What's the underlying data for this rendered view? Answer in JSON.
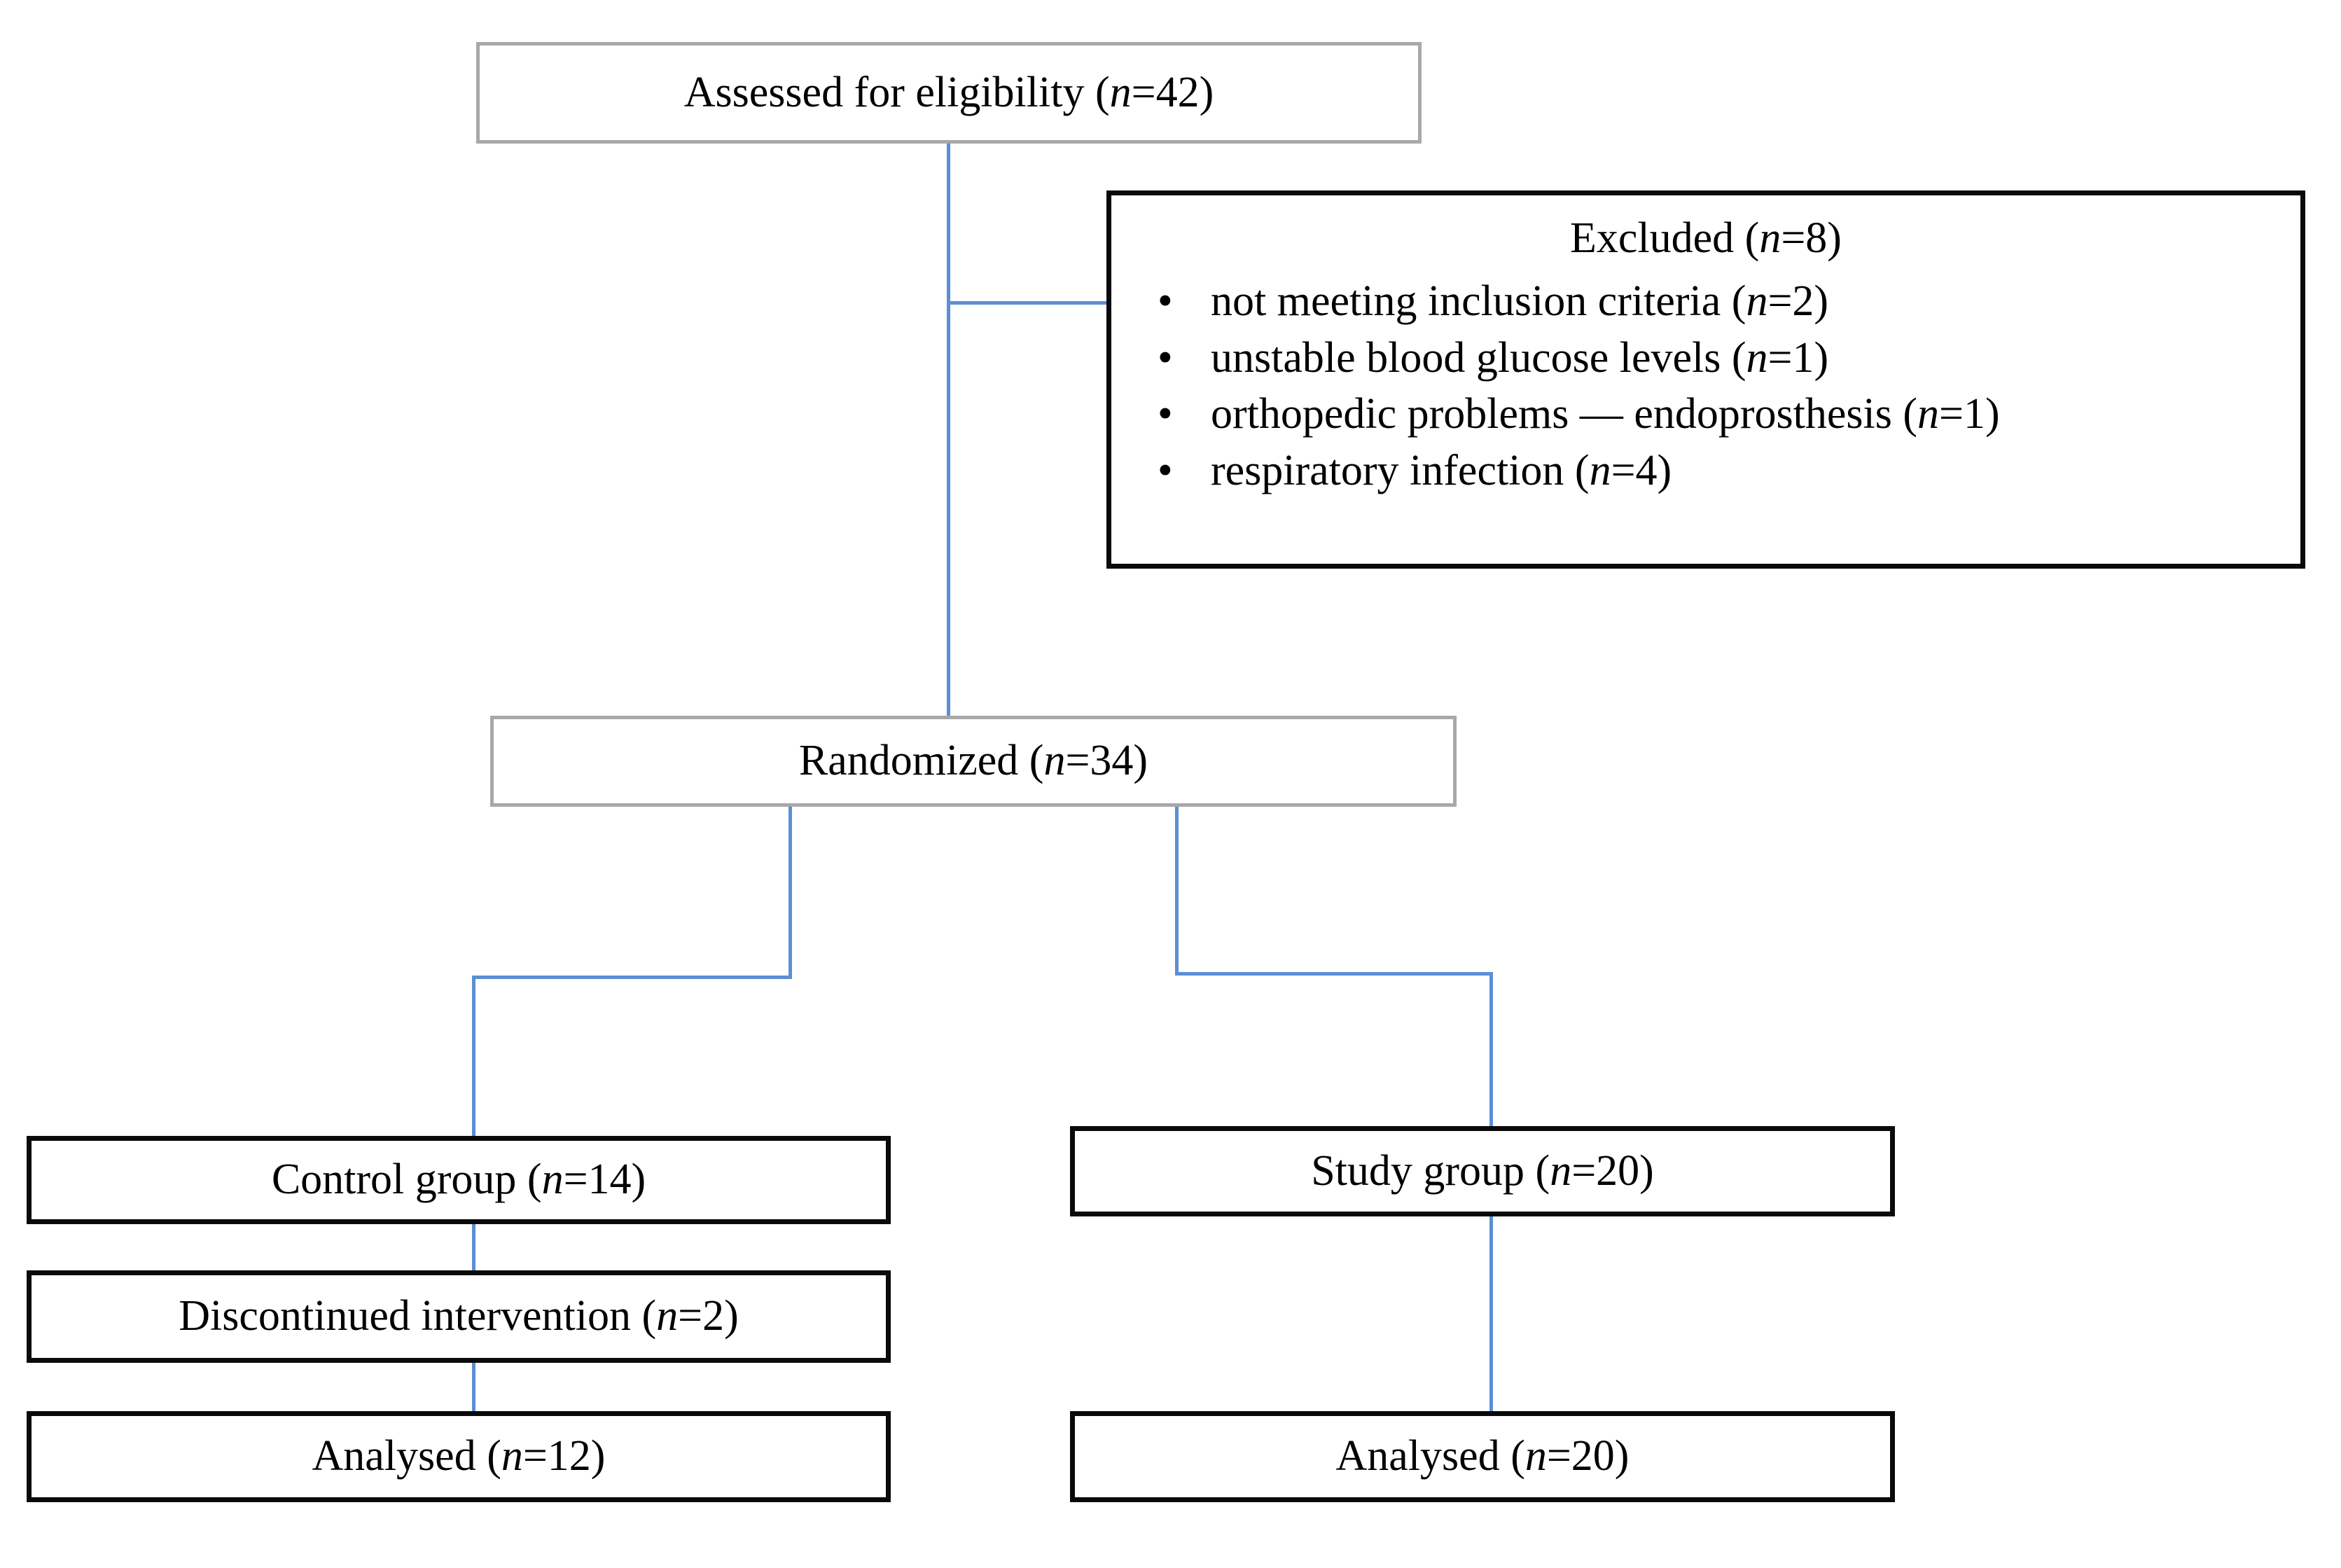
{
  "diagram": {
    "type": "consort-flow-diagram",
    "connector_color": "#5b8fd4",
    "gray_border_color": "#a8a8a8",
    "black_border_color": "#0a0a0a"
  },
  "nodes": {
    "assessed": {
      "label": "Assessed for eligibility (",
      "n_symbol": "n",
      "n_value": "=42)",
      "full_text": "Assessed for eligibility (n=42)"
    },
    "randomized": {
      "label": "Randomized (",
      "n_symbol": "n",
      "n_value": "=34)",
      "full_text": "Randomized (n=34)"
    },
    "control_group": {
      "label": "Control group (",
      "n_symbol": "n",
      "n_value": "=14)",
      "full_text": "Control group (n=14)"
    },
    "discontinued": {
      "label": "Discontinued intervention (",
      "n_symbol": "n",
      "n_value": "=2)",
      "full_text": "Discontinued intervention (n=2)"
    },
    "analysed_control": {
      "label": "Analysed (",
      "n_symbol": "n",
      "n_value": "=12)",
      "full_text": "Analysed (n=12)"
    },
    "study_group": {
      "label": "Study group (",
      "n_symbol": "n",
      "n_value": "=20)",
      "full_text": "Study group (n=20)"
    },
    "analysed_study": {
      "label": "Analysed (",
      "n_symbol": "n",
      "n_value": "=20)",
      "full_text": "Analysed (n=20)"
    }
  },
  "excluded": {
    "title_prefix": "Excluded (",
    "title_n": "n",
    "title_suffix": "=8)",
    "title_full": "Excluded (n=8)",
    "bullet_glyph": "•",
    "items": [
      {
        "text_prefix": "not meeting inclusion criteria (",
        "n_symbol": "n",
        "text_suffix": "=2)",
        "full_text": "not meeting inclusion criteria (n=2)"
      },
      {
        "text_prefix": "unstable blood glucose levels (",
        "n_symbol": "n",
        "text_suffix": "=1)",
        "full_text": "unstable blood glucose levels (n=1)"
      },
      {
        "text_prefix": "orthopedic problems — endoprosthesis (",
        "n_symbol": "n",
        "text_suffix": "=1)",
        "full_text": "orthopedic problems — endoprosthesis (n=1)"
      },
      {
        "text_prefix": "respiratory infection (",
        "n_symbol": "n",
        "text_suffix": "=4)",
        "full_text": "respiratory infection (n=4)"
      }
    ]
  }
}
